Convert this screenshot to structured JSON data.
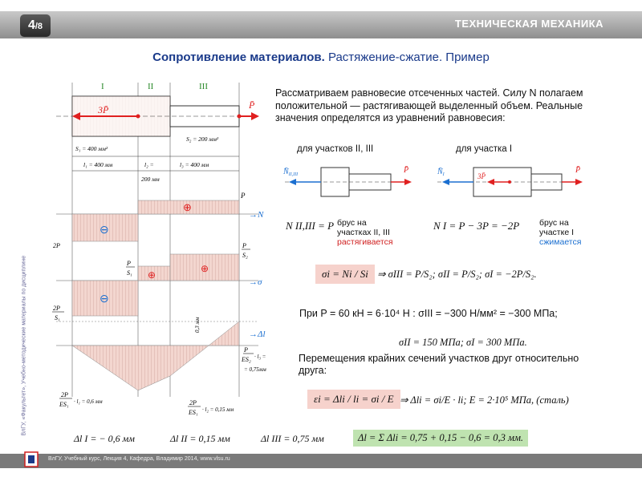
{
  "header": {
    "slide_num": "4",
    "slide_total": "/8",
    "course": "ТЕХНИЧЕСКАЯ МЕХАНИКА"
  },
  "title": {
    "bold": "Сопротивление материалов.",
    "rest": " Растяжение-сжатие. Пример"
  },
  "diagram": {
    "sections": [
      "I",
      "II",
      "III"
    ],
    "force_left": "3P̄",
    "force_right": "P̄",
    "S1": "S₁ = 400 мм²",
    "S2": "S₂ = 200 мм²",
    "l1": "l₁ = 400 мм",
    "l2": "l₂ =",
    "l2b": "200 мм",
    "l3": "l₃ = 400 мм",
    "n_label": "N",
    "sigma_label": "σ",
    "dl_label": "Δl",
    "P": "P",
    "P_S2": "P",
    "S2_under": "S₂",
    "twoP": "2P",
    "P_over": "P",
    "S1_under": "S₁",
    "twoP_b": "2P",
    "S1_b": "S₁",
    "dl_right_a": "P",
    "dl_right_b": "ES₂",
    "dl_right_c": "· l₃ =",
    "dl_right_d": "= 0,75мм",
    "dl_left_a": "2P",
    "dl_left_b": "ES₁",
    "dl_left_c": "· l₁ = 0,6 мм",
    "dl_mid_a": "2P",
    "dl_mid_b": "ES₁",
    "dl_mid_c": "· l₂ = 0,15 мм",
    "vertical_03": "0,3 мм",
    "minus": "⊖",
    "plus": "⊕"
  },
  "text": {
    "para": "Рассматриваем равновесие отсеченных частей. Силу N полагаем положительной — растягивающей выделенный объем. Реальные значения определятся из уравнений равновесия:",
    "case_23": "для участков II, III",
    "case_1": "для участка I",
    "N23_eq": "N II,III = P",
    "N23_note1": "брус на",
    "N23_note2": "участках II, III",
    "N23_note3": "растягивается",
    "N1_eq": "N I = P − 3P = −2P",
    "N1_note1": "брус на",
    "N1_note2": "участке I",
    "N1_note3": "сжимается",
    "sigma_formula": "σi = Ni / Si",
    "sigma_rest": "⇒   σIII = P/S₂;   σII = P/S₂;   σI = −2P/S₂.",
    "numeric1": "При P = 60 кН = 6·10⁴ Н : σIII = −300 Н/мм² = −300 МПа;",
    "numeric2": "σII = 150 МПа;  σI = 300 МПа.",
    "displacement": "Перемещения крайних сечений участков друг относительно друга:",
    "strain_formula": "εi = Δli / li = σi / E",
    "strain_rest": "⇒ Δli = σi/E · li;   E = 2·10⁵ МПа, (сталь)",
    "bottom_1": "Δl I = − 0,6 мм",
    "bottom_2": "Δl II = 0,15 мм",
    "bottom_3": "Δl III = 0,75 мм",
    "bottom_total": "Δl = Σ Δli = 0,75 + 0,15 − 0,6 = 0,3 мм."
  },
  "sidebar_text": "ВлГУ, «Факультет», Учебно-методические материалы по дисциплине",
  "footer_text": "ВлГУ, Учебный курс, Лекция 4, Кафедра, Владимир 2014, www.vlsu.ru",
  "colors": {
    "accent_blue": "#1a3a8a",
    "force_red": "#e02020",
    "diagram_fill": "#f3d6cf",
    "highlight_green": "#bfe3b0",
    "highlight_pink": "#f6d2cc",
    "vector_blue": "#1b6fd0"
  }
}
